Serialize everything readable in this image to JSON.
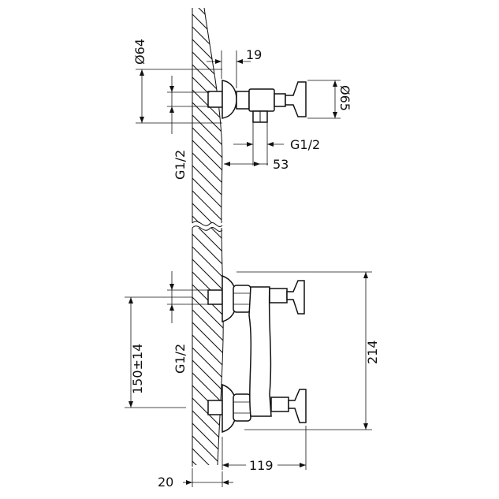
{
  "dimensions": {
    "top": {
      "flange_diameter": "Ø64",
      "wall_gap": "19",
      "handle_diameter": "Ø65",
      "outlet_thread": "G1/2",
      "inlet_thread": "G1/2",
      "offset": "53"
    },
    "bottom": {
      "inlet_thread": "G1/2",
      "center_distance": "150±14",
      "height": "214",
      "depth": "119",
      "wall_offset": "20"
    }
  }
}
